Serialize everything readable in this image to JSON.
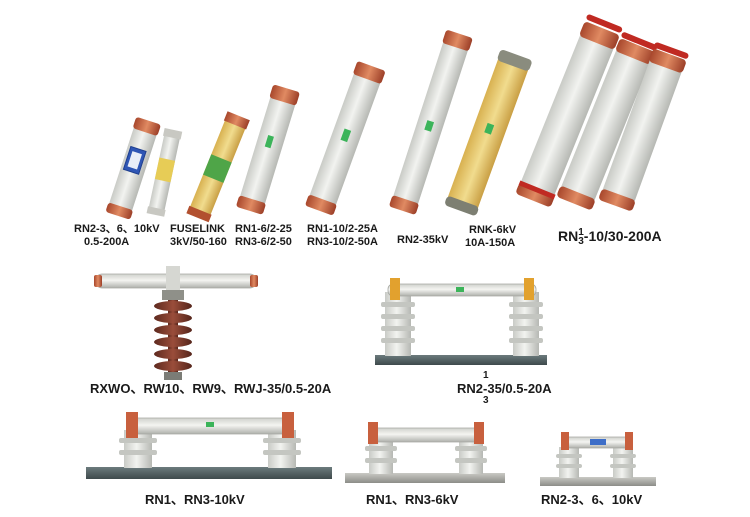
{
  "top_row": {
    "fuse1": {
      "line1": "RN2-3、6、10kV",
      "line2": "0.5-200A"
    },
    "fuse2": {
      "line1": "FUSELINK",
      "line2": "3kV/50-160"
    },
    "fuse3": {
      "line1": "RN1-6/2-25",
      "line2": "RN3-6/2-50"
    },
    "fuse4": {
      "line1": "RN1-10/2-25A",
      "line2": "RN3-10/2-50A"
    },
    "fuse5": {
      "line1": "RN2-35kV"
    },
    "fuse6": {
      "line1": "RNK-6kV",
      "line2": "10A-150A"
    },
    "fuse7": {
      "prefix": "RN",
      "frac_top": "1",
      "frac_bottom": "3",
      "suffix": "-10/30-200A"
    }
  },
  "middle_row": {
    "drop_out": {
      "label": "RXWO、RW10、RW9、RWJ-35/0.5-20A"
    },
    "base35": {
      "prefix": "RN",
      "frac_top": "1",
      "frac_bottom": "3",
      "suffix": "2-35/0.5-20A"
    }
  },
  "bottom_row": {
    "base10": {
      "label": "RN1、RN3-10kV"
    },
    "base6": {
      "label": "RN1、RN3-6kV"
    },
    "base_small": {
      "label": "RN2-3、6、10kV"
    }
  },
  "colors": {
    "porcelain": "#e3e4e0",
    "copper": "#c8603e",
    "red_band": "#c5281f",
    "brown_insulator": "#7a3a2c",
    "yellow_tube": "#e6c86a",
    "steel_base": "#4f5e60"
  }
}
